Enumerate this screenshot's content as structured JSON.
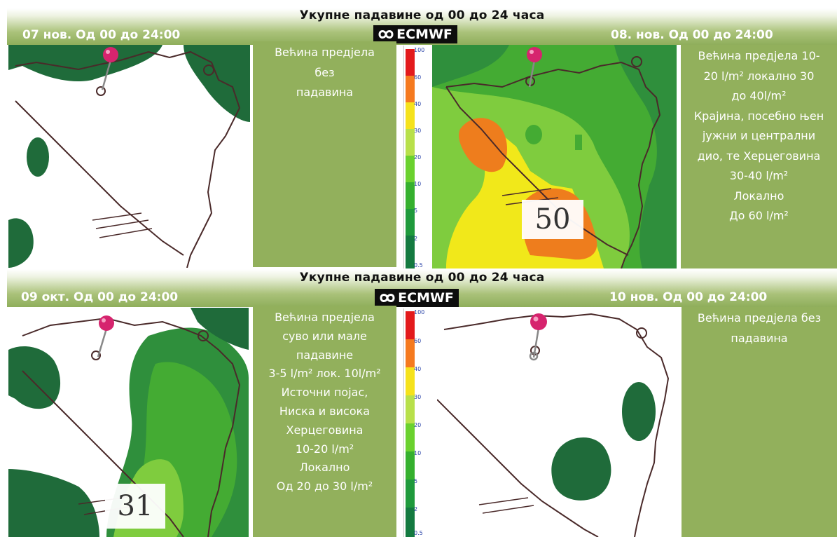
{
  "title": "Укупне падавине од 00 до 24 часа",
  "logo_text": "ECMWF",
  "colors": {
    "panel": "#92b05c",
    "banner": "#8fae5b",
    "dark_green": "#1f6b3a",
    "mid_green": "#2f8f3c",
    "green": "#44ab33",
    "light_green": "#7fcc3e",
    "yellow": "#f1e81a",
    "orange": "#ee7d1d",
    "border_line": "#4a2a2a"
  },
  "legend": {
    "ticks": [
      "100",
      "60",
      "40",
      "30",
      "20",
      "10",
      "5",
      "2",
      "0.5"
    ],
    "colors": [
      "#e31a1c",
      "#f57a1f",
      "#f5e21c",
      "#b8e04a",
      "#6ad12e",
      "#35b02e",
      "#1f9a3c",
      "#147a40",
      "#0f5e36"
    ]
  },
  "days": [
    {
      "date": "07 нов. Од 00 до 24:00",
      "lines": [
        "Већина предјела",
        "без",
        "падавина"
      ]
    },
    {
      "date": "08. нов. Од 00 до 24:00",
      "lines": [
        "Већина предјела 10-",
        "20  l/m² локално  30",
        "до 40l/m²",
        "Крајина, посебно њен",
        "јужни и централни",
        "дио, те Херцеговина",
        "30-40 l/m²",
        "Локално",
        "До 60 l/m²"
      ],
      "max_label": "50"
    },
    {
      "date": "09  окт. Од 00 до 24:00",
      "lines": [
        "Већина предјела",
        "суво или мале",
        "падавине",
        "3-5  l/m² лок. 10l/m²",
        "Источни појас,",
        "Ниска и висока",
        "Херцеговина",
        "10-20 l/m²",
        "Локално",
        "Од 20 до 30 l/m²"
      ],
      "max_label": "31"
    },
    {
      "date": "10 нов.  Од 00 до 24:00",
      "lines": [
        "Већина предјела без",
        "падавина"
      ]
    }
  ]
}
